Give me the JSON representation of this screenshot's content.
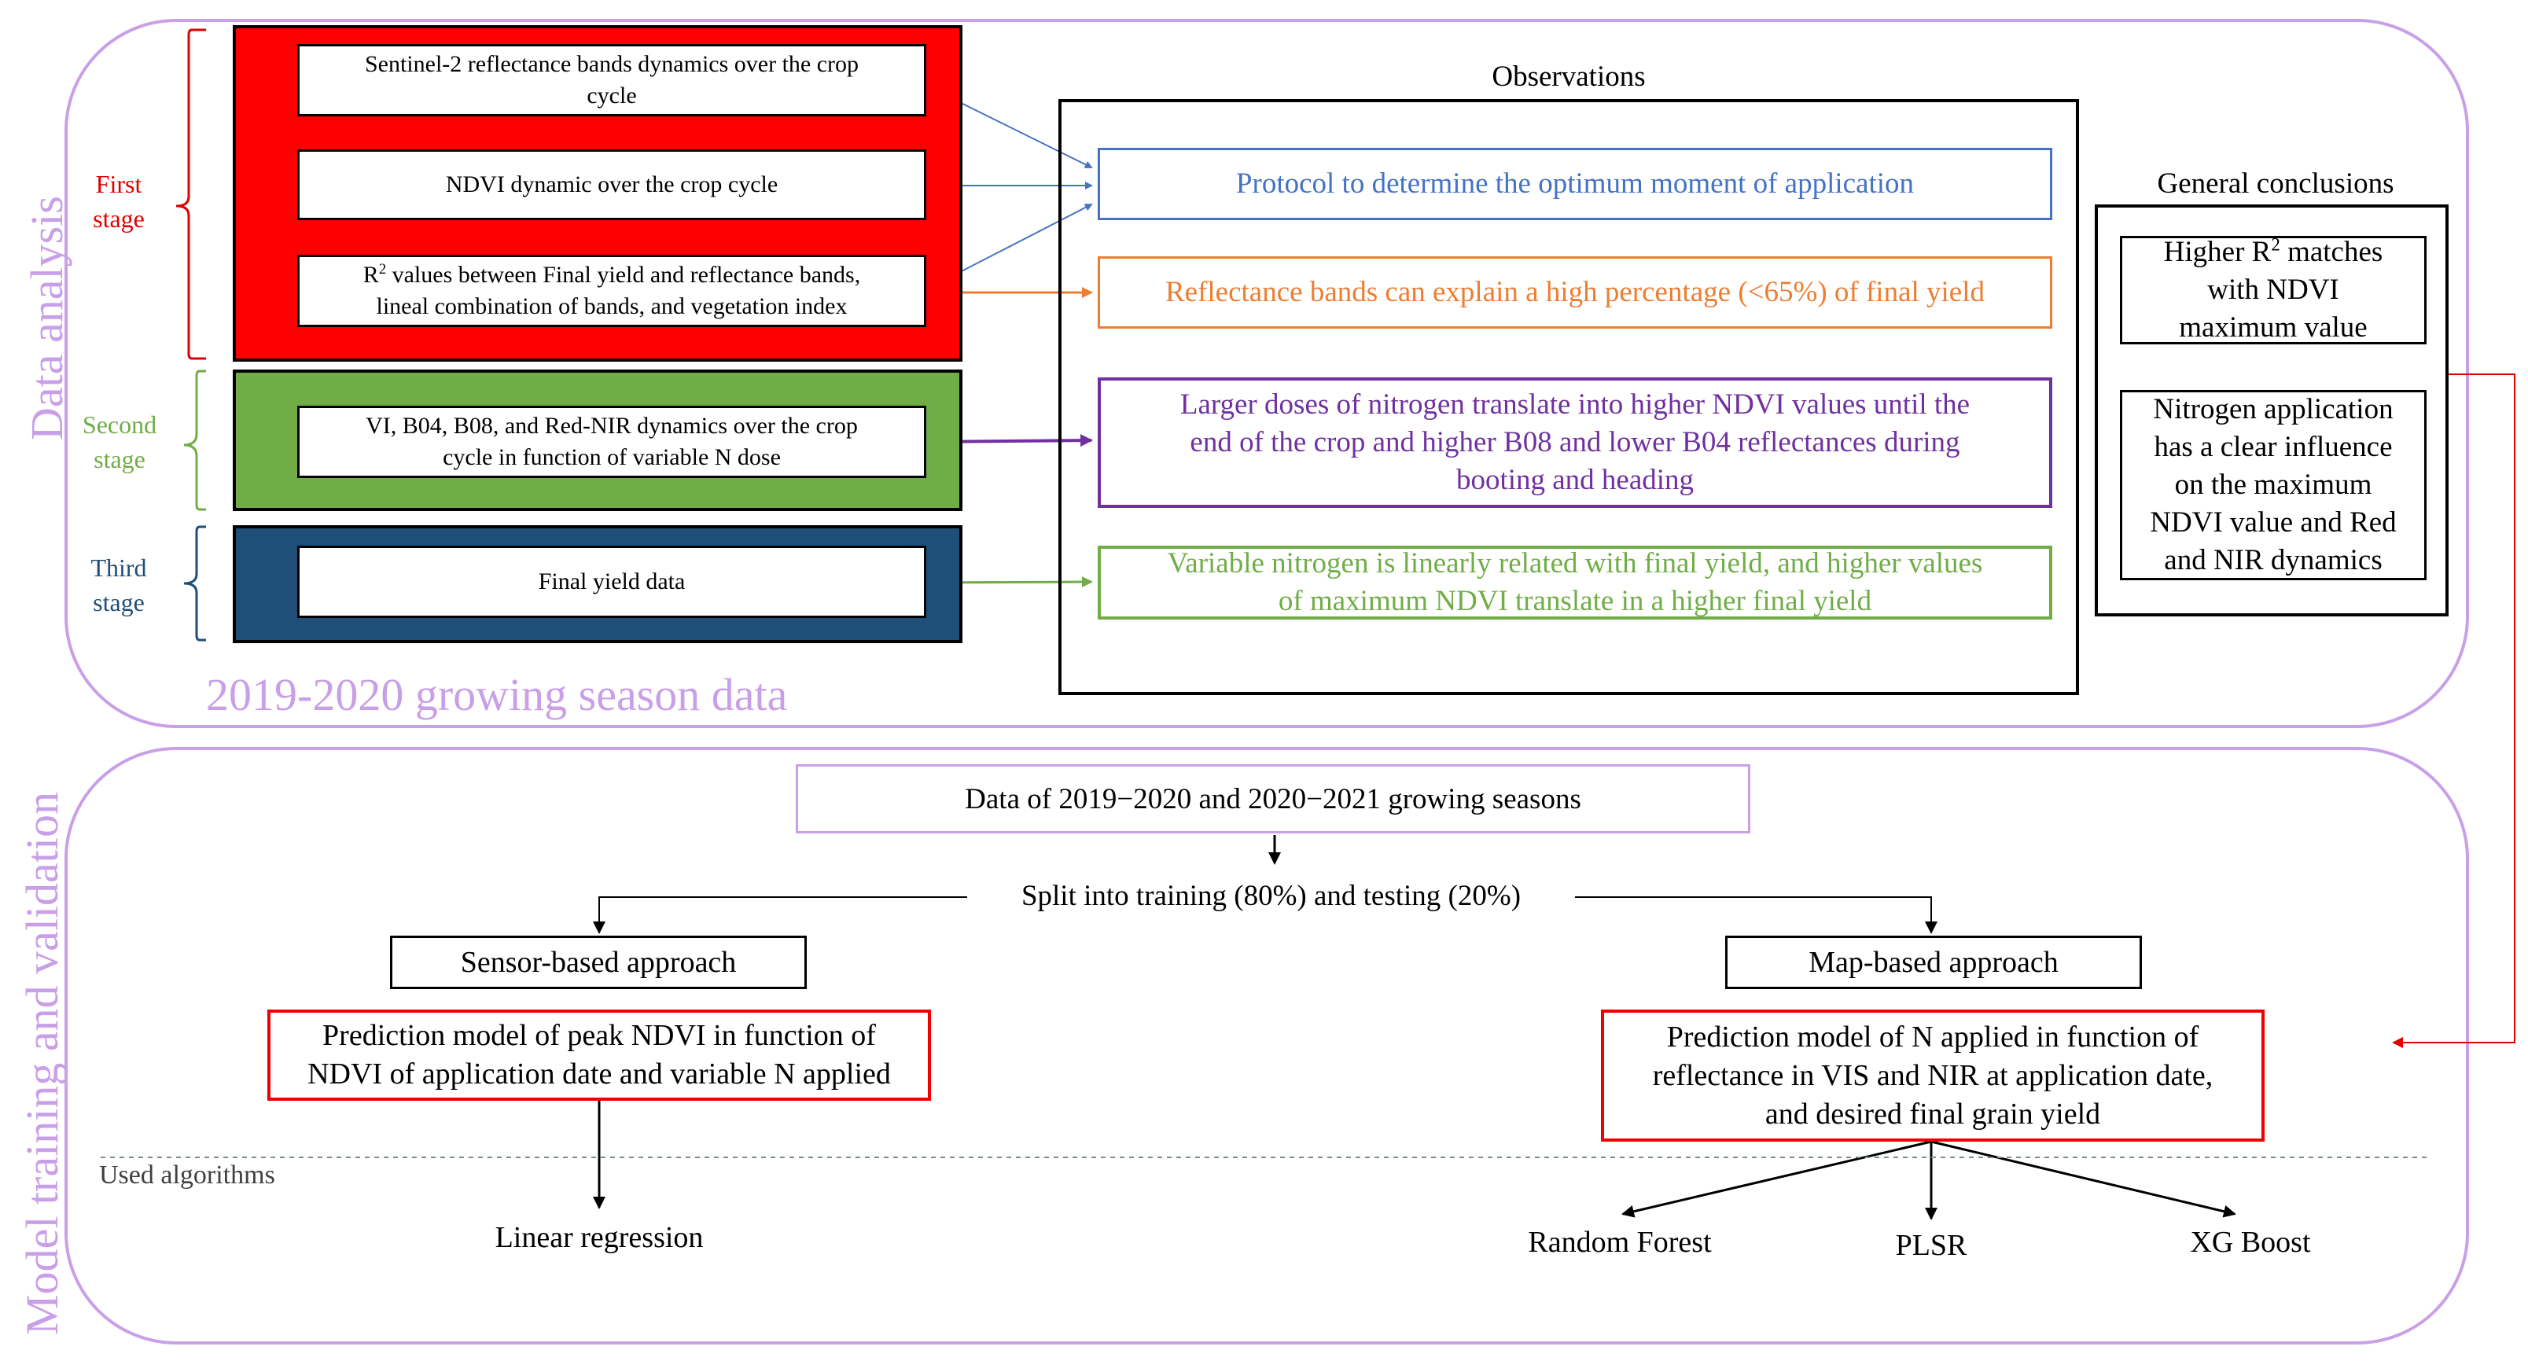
{
  "colors": {
    "panel_border": "#c9a0e8",
    "first_stage": "#ff0000",
    "second_stage": "#70ad47",
    "third_stage": "#1f4e79",
    "blue_text": "#4472c4",
    "orange_text": "#ed7d31",
    "purple_text": "#7030a0",
    "green_text": "#70ad47",
    "red_box": "#e00000"
  },
  "panels": {
    "top_title": "Data analysis",
    "top_subtitle": "2019-2020 growing season data",
    "bottom_title": "Model training and validation"
  },
  "stages": [
    {
      "label": "First\nstage",
      "color": "#ff0000",
      "boxes": [
        "Sentinel-2 reflectance bands dynamics over the crop\ncycle",
        "NDVI dynamic over the crop cycle",
        "lineal combination of bands, and vegetation index"
      ],
      "r2_prefix": "R",
      "r2_sup": "2",
      "r2_rest": " values between Final yield and reflectance bands,"
    },
    {
      "label": "Second\nstage",
      "color": "#70ad47",
      "boxes": [
        "VI, B04, B08, and Red-NIR dynamics over the crop\ncycle in function of variable N dose"
      ]
    },
    {
      "label": "Third\nstage",
      "color": "#1f4e79",
      "boxes": [
        "Final yield data"
      ]
    }
  ],
  "observations": {
    "title": "Observations",
    "items": [
      {
        "text": "Protocol to determine the optimum moment of application",
        "color": "#4472c4"
      },
      {
        "text": "Reflectance bands can explain a high percentage (<65%) of final yield",
        "color": "#ed7d31"
      },
      {
        "text": "Larger doses of nitrogen translate into higher NDVI values until the\nend of the crop and higher B08 and lower B04 reflectances during\nbooting and heading",
        "color": "#7030a0"
      },
      {
        "text": "Variable nitrogen is linearly related with final yield, and higher values\nof maximum NDVI translate in a higher final yield",
        "color": "#70ad47"
      }
    ]
  },
  "conclusions": {
    "title": "General conclusions",
    "item1_prefix": "Higher R",
    "item1_sup": "2",
    "item1_rest": " matches\nwith NDVI\nmaximum value",
    "item2": "Nitrogen application\nhas a clear influence\non the maximum\nNDVI value and Red\nand NIR dynamics"
  },
  "training": {
    "data_box": "Data of 2019−2020 and 2020−2021 growing seasons",
    "split": "Split into training (80%) and testing (20%)",
    "sensor_title": "Sensor-based approach",
    "map_title": "Map-based approach",
    "sensor_model": "Prediction model of peak NDVI in function of\nNDVI of application date and variable N applied",
    "map_model": "Prediction model of N applied in function of\nreflectance in VIS and NIR at application date,\nand desired final grain yield",
    "algorithms_label": "Used algorithms",
    "linear": "Linear regression",
    "random_forest": "Random Forest",
    "plsr": "PLSR",
    "xgboost": "XG Boost"
  }
}
